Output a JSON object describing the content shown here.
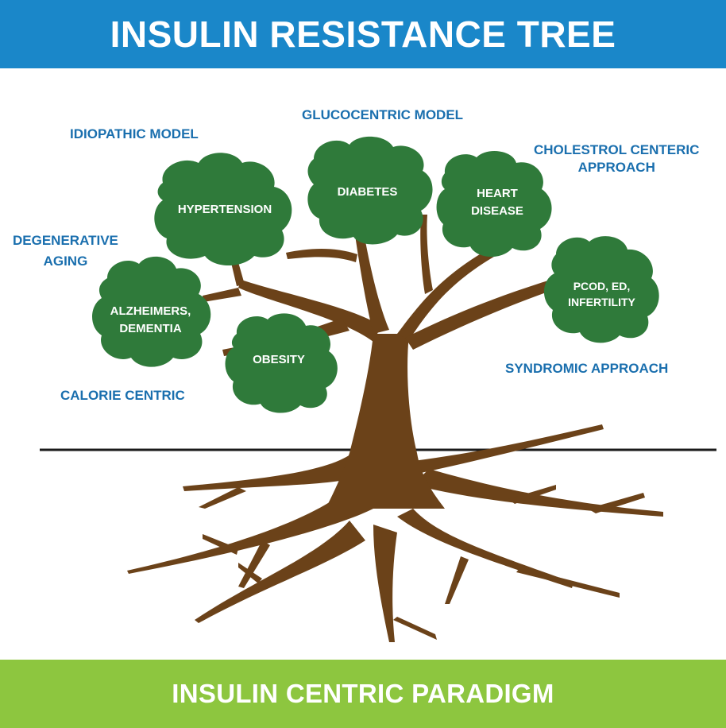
{
  "header": {
    "title": "INSULIN RESISTANCE TREE"
  },
  "footer": {
    "title": "INSULIN CENTRIC PARADIGM"
  },
  "approaches": {
    "glucocentric": "GLUCOCENTRIC MODEL",
    "idiopathic": "IDIOPATHIC MODEL",
    "cholestrol_line1": "CHOLESTROL CENTERIC",
    "cholestrol_line2": "APPROACH",
    "degenerative_line1": "DEGENERATIVE",
    "degenerative_line2": "AGING",
    "syndromic": "SYNDROMIC APPROACH",
    "calorie": "CALORIE CENTRIC"
  },
  "conditions": {
    "hypertension": "HYPERTENSION",
    "diabetes": "DIABETES",
    "heart_line1": "HEART",
    "heart_line2": "DISEASE",
    "alzheimers_line1": "ALZHEIMERS,",
    "alzheimers_line2": "DEMENTIA",
    "obesity": "OBESITY",
    "pcod_line1": "PCOD, ED,",
    "pcod_line2": "INFERTILITY"
  },
  "colors": {
    "header_bg": "#1a87c9",
    "footer_bg": "#8dc63f",
    "leaf": "#2f7a3a",
    "trunk": "#6b4219",
    "caption": "#1a6fae"
  }
}
